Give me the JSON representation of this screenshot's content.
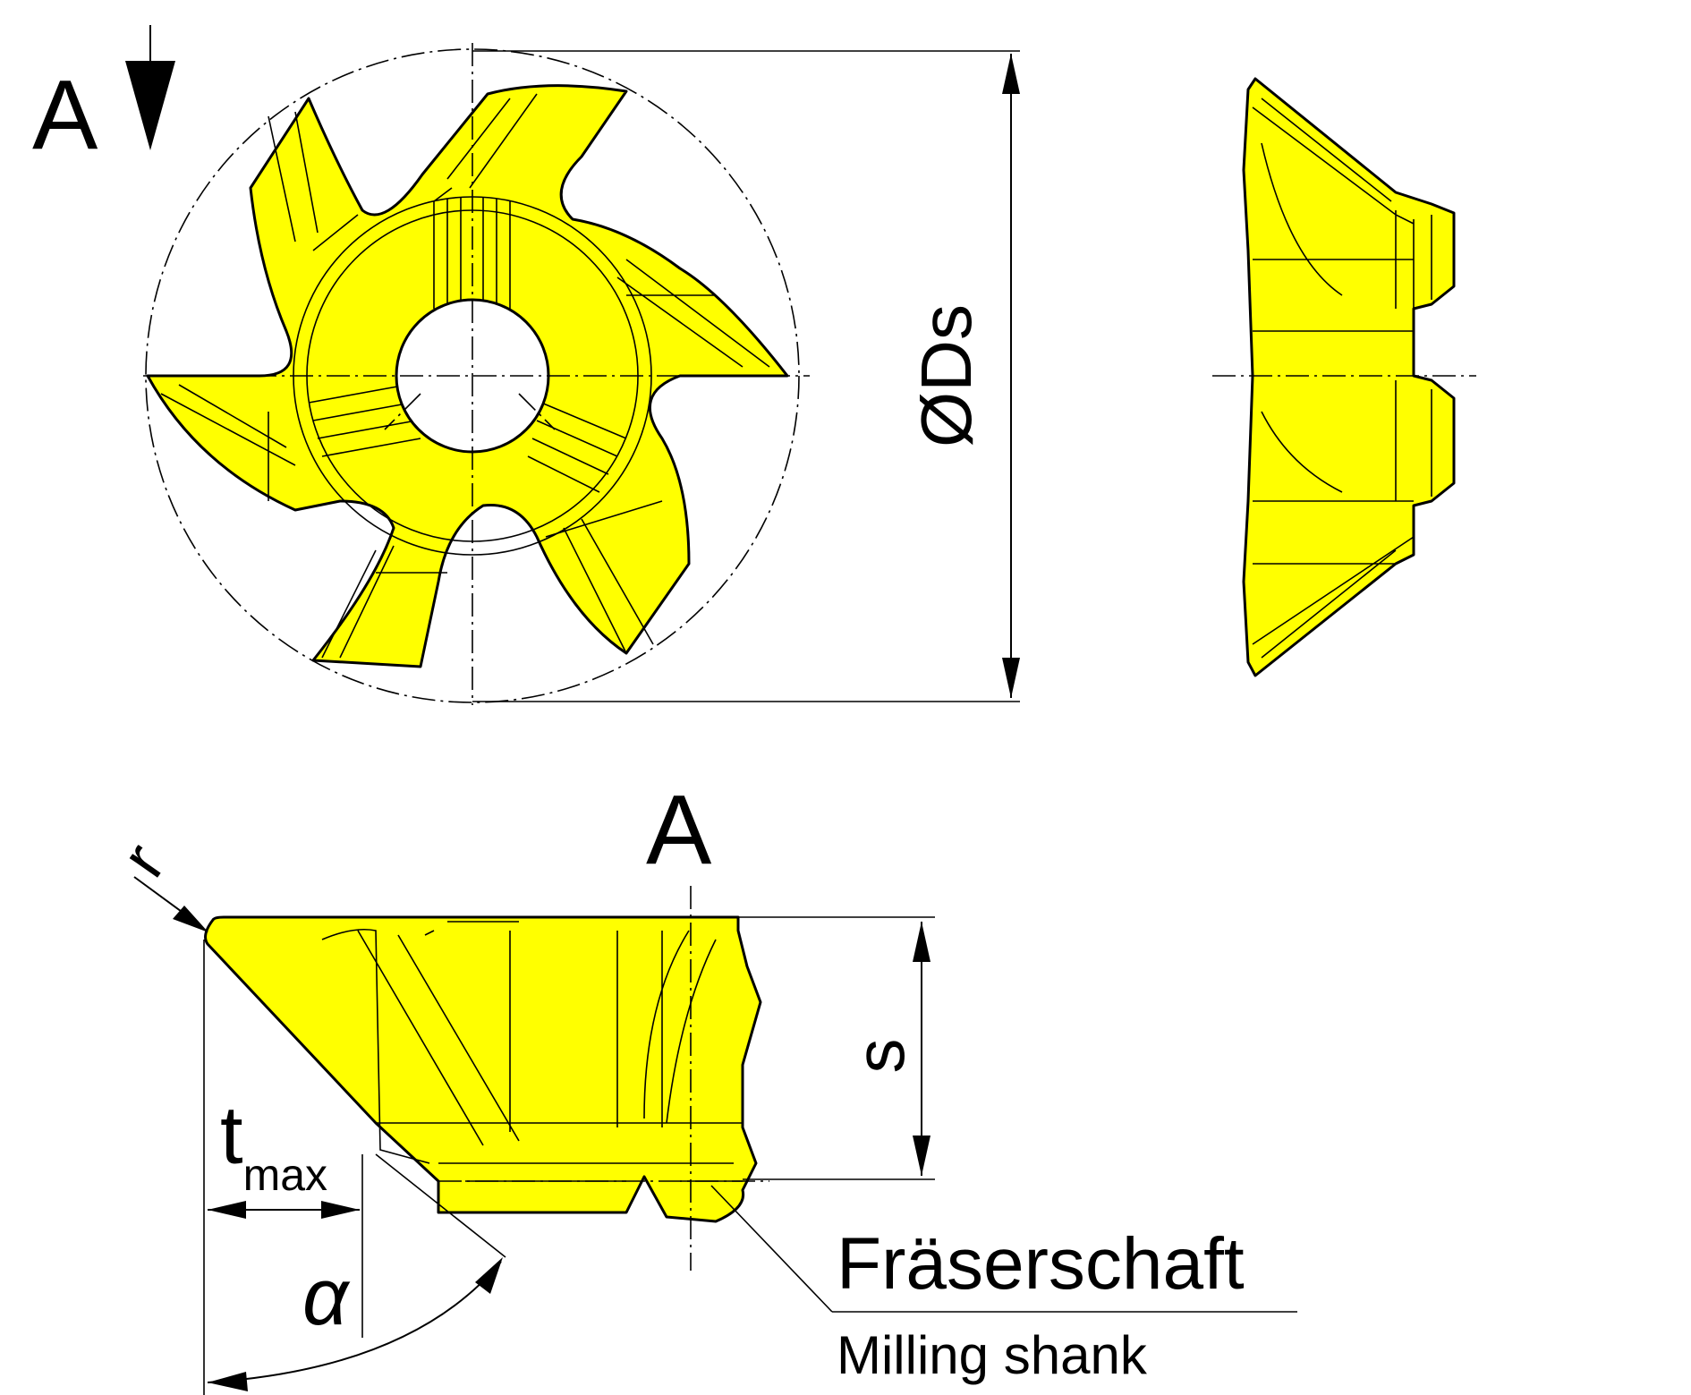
{
  "labels": {
    "view_marker": "A",
    "view_label": "A",
    "diameter": "ØDs",
    "radius": "r",
    "t_main": "t",
    "t_sub": "max",
    "s": "s",
    "alpha": "α",
    "part_de": "Fräserschaft",
    "part_en": "Milling shank"
  },
  "colors": {
    "insert": "#ffff00",
    "line": "#000000",
    "background": "#ffffff"
  }
}
